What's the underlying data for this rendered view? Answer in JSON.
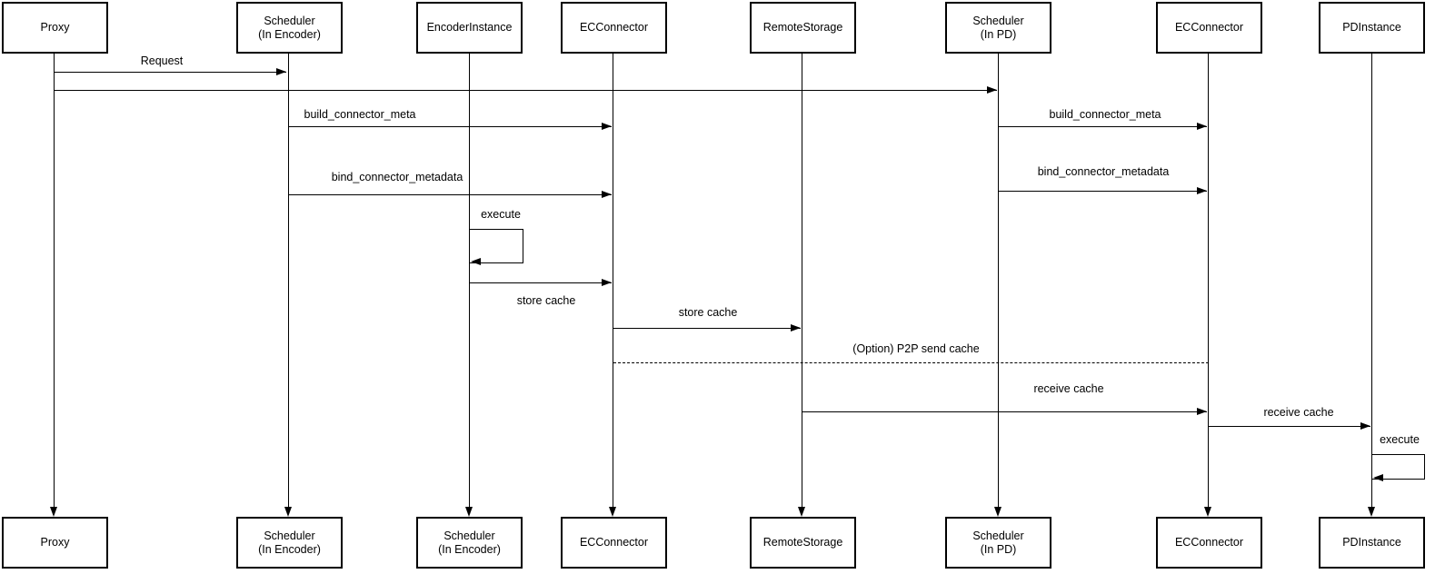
{
  "diagram_type": "uml-sequence",
  "colors": {
    "stroke": "#000000",
    "background": "#ffffff",
    "text": "#000000"
  },
  "participants": [
    {
      "id": "proxy",
      "top_label": "Proxy",
      "bottom_label": "Proxy"
    },
    {
      "id": "scheduler-encoder",
      "top_label": "Scheduler\n(In Encoder)",
      "bottom_label": "Scheduler\n(In Encoder)"
    },
    {
      "id": "encoder-instance",
      "top_label": "EncoderInstance",
      "bottom_label": "Scheduler\n(In Encoder)"
    },
    {
      "id": "ec-connector",
      "top_label": "ECConnector",
      "bottom_label": "ECConnector"
    },
    {
      "id": "remote-storage",
      "top_label": "RemoteStorage",
      "bottom_label": "RemoteStorage"
    },
    {
      "id": "scheduler-pd",
      "top_label": "Scheduler\n(In PD)",
      "bottom_label": "Scheduler\n(In PD)"
    },
    {
      "id": "ec-connector-2",
      "top_label": "ECConnector",
      "bottom_label": "ECConnector"
    },
    {
      "id": "pd-instance",
      "top_label": "PDInstance",
      "bottom_label": "PDInstance"
    }
  ],
  "messages": [
    {
      "label": "Request",
      "from": "proxy",
      "to": "scheduler-encoder",
      "style": "solid"
    },
    {
      "label": "",
      "from": "proxy",
      "to": "scheduler-pd",
      "style": "solid"
    },
    {
      "label": "build_connector_meta",
      "from": "scheduler-encoder",
      "to": "ec-connector",
      "style": "solid"
    },
    {
      "label": "build_connector_meta",
      "from": "scheduler-pd",
      "to": "ec-connector-2",
      "style": "solid"
    },
    {
      "label": "bind_connector_metadata",
      "from": "scheduler-encoder",
      "to": "ec-connector",
      "style": "solid"
    },
    {
      "label": "bind_connector_metadata",
      "from": "scheduler-pd",
      "to": "ec-connector-2",
      "style": "solid"
    },
    {
      "label": "execute",
      "from": "encoder-instance",
      "to": "encoder-instance",
      "style": "self"
    },
    {
      "label": "store cache",
      "from": "encoder-instance",
      "to": "ec-connector",
      "style": "solid"
    },
    {
      "label": "store cache",
      "from": "ec-connector",
      "to": "remote-storage",
      "style": "solid"
    },
    {
      "label": "(Option) P2P send cache",
      "from": "ec-connector",
      "to": "ec-connector-2",
      "style": "dashed"
    },
    {
      "label": "receive cache",
      "from": "remote-storage",
      "to": "ec-connector-2",
      "style": "solid"
    },
    {
      "label": "receive cache",
      "from": "ec-connector-2",
      "to": "pd-instance",
      "style": "solid"
    },
    {
      "label": "execute",
      "from": "pd-instance",
      "to": "pd-instance",
      "style": "self"
    }
  ]
}
